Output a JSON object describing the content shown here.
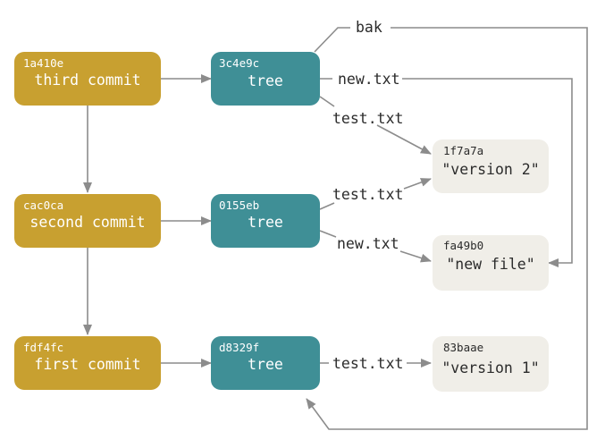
{
  "colors": {
    "commit": "#c8a030",
    "tree": "#3f8f96",
    "blob": "#f0eee8",
    "commit_text": "#ffffff",
    "tree_text": "#ffffff",
    "blob_text": "#2b2b2b",
    "edge": "#8c8c8c"
  },
  "commits": [
    {
      "hash": "1a410e",
      "label": "third commit"
    },
    {
      "hash": "cac0ca",
      "label": "second commit"
    },
    {
      "hash": "fdf4fc",
      "label": "first commit"
    }
  ],
  "trees": [
    {
      "hash": "3c4e9c",
      "label": "tree"
    },
    {
      "hash": "0155eb",
      "label": "tree"
    },
    {
      "hash": "d8329f",
      "label": "tree"
    }
  ],
  "blobs": [
    {
      "hash": "1f7a7a",
      "label": "\"version 2\""
    },
    {
      "hash": "fa49b0",
      "label": "\"new file\""
    },
    {
      "hash": "83baae",
      "label": "\"version 1\""
    }
  ],
  "edge_labels": {
    "bak": "bak",
    "third_new": "new.txt",
    "third_test": "test.txt",
    "second_test": "test.txt",
    "second_new": "new.txt",
    "first_test": "test.txt"
  }
}
